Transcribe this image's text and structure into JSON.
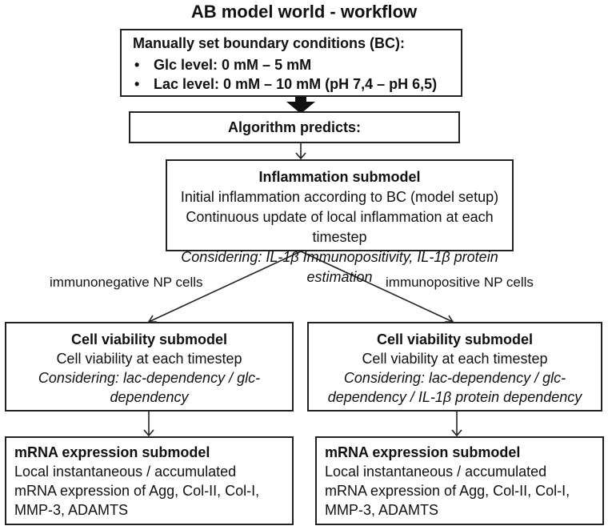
{
  "title": "AB model world - workflow",
  "boundary_conditions": {
    "heading": "Manually set boundary conditions (BC):",
    "items": [
      "Glc level: 0 mM – 5 mM",
      "Lac level: 0 mM – 10 mM (pH 7,4 – pH 6,5)"
    ]
  },
  "algorithm": {
    "label": "Algorithm predicts:"
  },
  "inflammation": {
    "heading": "Inflammation submodel",
    "line1": "Initial inflammation according to BC (model setup)",
    "line2": "Continuous update of local inflammation at each timestep",
    "considering": "Considering: IL-1β Immunopositivity, IL-1β protein estimation"
  },
  "branches": {
    "left_label": "immunonegative NP cells",
    "right_label": "immunopositive NP cells"
  },
  "cell_viability_left": {
    "heading": "Cell viability submodel",
    "line1": "Cell viability at each timestep",
    "considering_line1": "Considering: lac-dependency / glc-",
    "considering_line2": "dependency"
  },
  "cell_viability_right": {
    "heading": "Cell viability submodel",
    "line1": "Cell viability at each timestep",
    "considering_line1": "Considering: lac-dependency / glc-",
    "considering_line2": "dependency / IL-1β protein dependency"
  },
  "mrna_left": {
    "heading": "mRNA expression submodel",
    "line1": "Local instantaneous / accumulated",
    "line2": "mRNA expression of Agg, Col-II, Col-I,",
    "line3": "MMP-3,  ADAMTS"
  },
  "mrna_right": {
    "heading": "mRNA expression submodel",
    "line1": "Local instantaneous / accumulated",
    "line2": "mRNA expression of Agg, Col-II, Col-I,",
    "line3": "MMP-3,  ADAMTS"
  }
}
